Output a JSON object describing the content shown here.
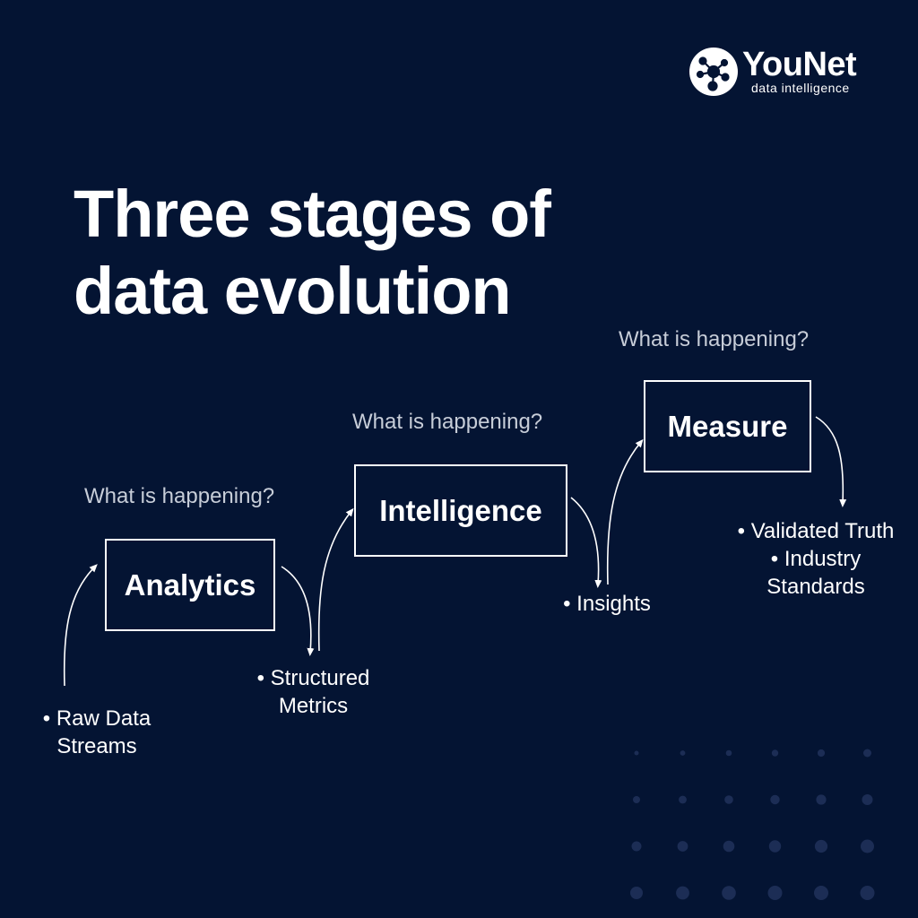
{
  "brand": {
    "name": "YouNet",
    "tagline": "data intelligence",
    "icon": "network-nodes-icon"
  },
  "title": {
    "line1": "Three stages of",
    "line2": "data evolution"
  },
  "stages": [
    {
      "label": "Analytics",
      "question": "What is happening?",
      "input": [
        "• Raw Data",
        "Streams"
      ],
      "output": [
        "• Structured",
        "Metrics"
      ]
    },
    {
      "label": "Intelligence",
      "question": "What is happening?",
      "output": [
        "• Insights"
      ]
    },
    {
      "label": "Measure",
      "question": "What is happening?",
      "output": [
        "• Validated Truth",
        "• Industry",
        "Standards"
      ]
    }
  ],
  "colors": {
    "background": "#041433",
    "text": "#ffffff",
    "question_text": "#c7cdd8",
    "dot_pattern": "#1c2d55"
  }
}
